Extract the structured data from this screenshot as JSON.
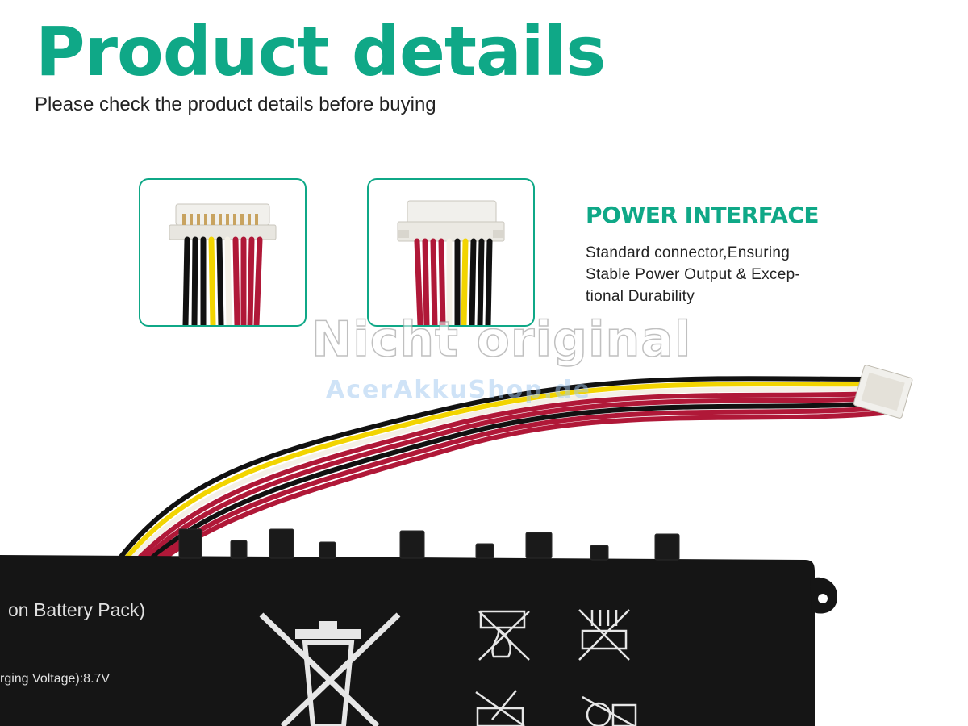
{
  "header": {
    "title": "Product details",
    "subtitle": "Please check the product details before buying"
  },
  "feature": {
    "heading": "POWER INTERFACE",
    "lines": [
      "Standard connector,Ensuring",
      "Stable Power Output & Excep-",
      "tional Durability"
    ]
  },
  "watermark": {
    "line1": "Nicht original",
    "line2": "AcerAkkuShop.de"
  },
  "battery_label": {
    "line1": "on Battery Pack)",
    "line2": "rging Voltage):8.7V"
  },
  "colors": {
    "accent": "#0fa887",
    "battery": "#151515",
    "wire_red": "#b01838",
    "wire_black": "#111111",
    "wire_yellow": "#f2d400",
    "wire_white": "#f4f0e6"
  },
  "icons": [
    "connector-closeup-front",
    "connector-closeup-back",
    "crossed-out-bin-icon",
    "no-fire-icon",
    "no-crush-icon",
    "no-puncture-icon",
    "no-disassemble-icon"
  ]
}
